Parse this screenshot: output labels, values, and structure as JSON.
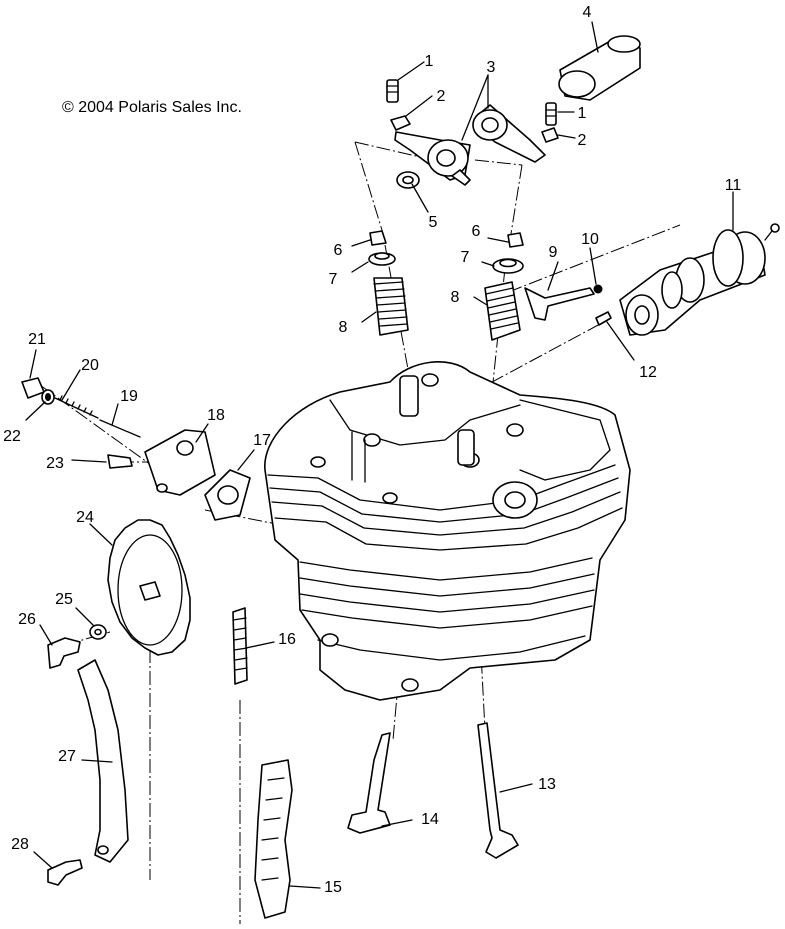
{
  "copyright": "© 2004 Polaris Sales Inc.",
  "callouts": [
    "1",
    "2",
    "3",
    "4",
    "1",
    "2",
    "5",
    "6",
    "7",
    "8",
    "6",
    "7",
    "8",
    "9",
    "10",
    "11",
    "12",
    "21",
    "20",
    "19",
    "18",
    "22",
    "23",
    "17",
    "24",
    "25",
    "26",
    "16",
    "27",
    "14",
    "13",
    "28",
    "15"
  ]
}
